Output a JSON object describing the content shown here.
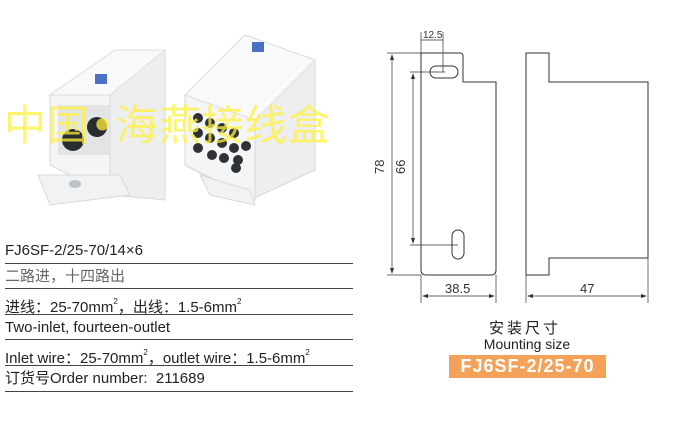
{
  "watermark": "中国•海燕接线盒",
  "specs": {
    "model": "FJ6SF-2/25-70/14×6",
    "desc_cn": "二路进，十四路出",
    "wire_cn_prefix": "进线：25-70mm",
    "wire_cn_mid": "，出线：1.5-6mm",
    "desc_en": "Two-inlet, fourteen-outlet",
    "wire_en_prefix": "Inlet wire：25-70mm",
    "wire_en_mid": "，outlet wire：1.5-6mm",
    "sup": "2",
    "order_label": "订货号Order number:",
    "order_number": "211689"
  },
  "dimensions": {
    "slot": "12.5",
    "height": "78",
    "hole_spacing": "66",
    "width": "38.5",
    "depth": "47"
  },
  "caption": {
    "cn": "安装尺寸",
    "en": "Mounting size",
    "model_badge": "FJ6SF-2/25-70"
  },
  "colors": {
    "badge": "#f4a25a",
    "watermark": "#fff03c"
  }
}
